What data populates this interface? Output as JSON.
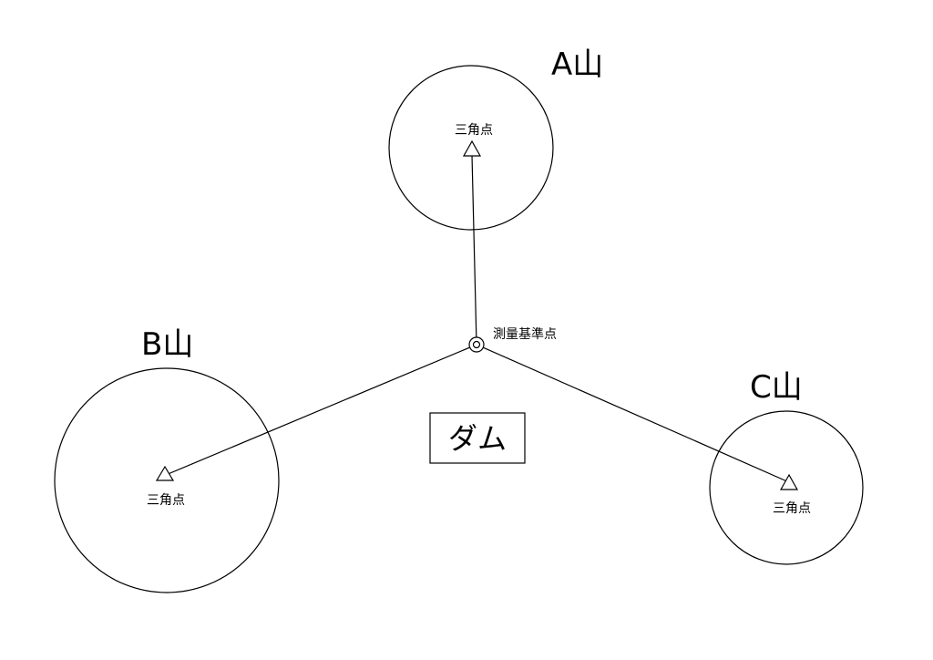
{
  "mountains": {
    "a": {
      "name": "A山",
      "point_label": "三角点"
    },
    "b": {
      "name": "B山",
      "point_label": "三角点"
    },
    "c": {
      "name": "C山",
      "point_label": "三角点"
    }
  },
  "reference_point": {
    "label": "測量基準点"
  },
  "dam": {
    "label": "ダム"
  }
}
